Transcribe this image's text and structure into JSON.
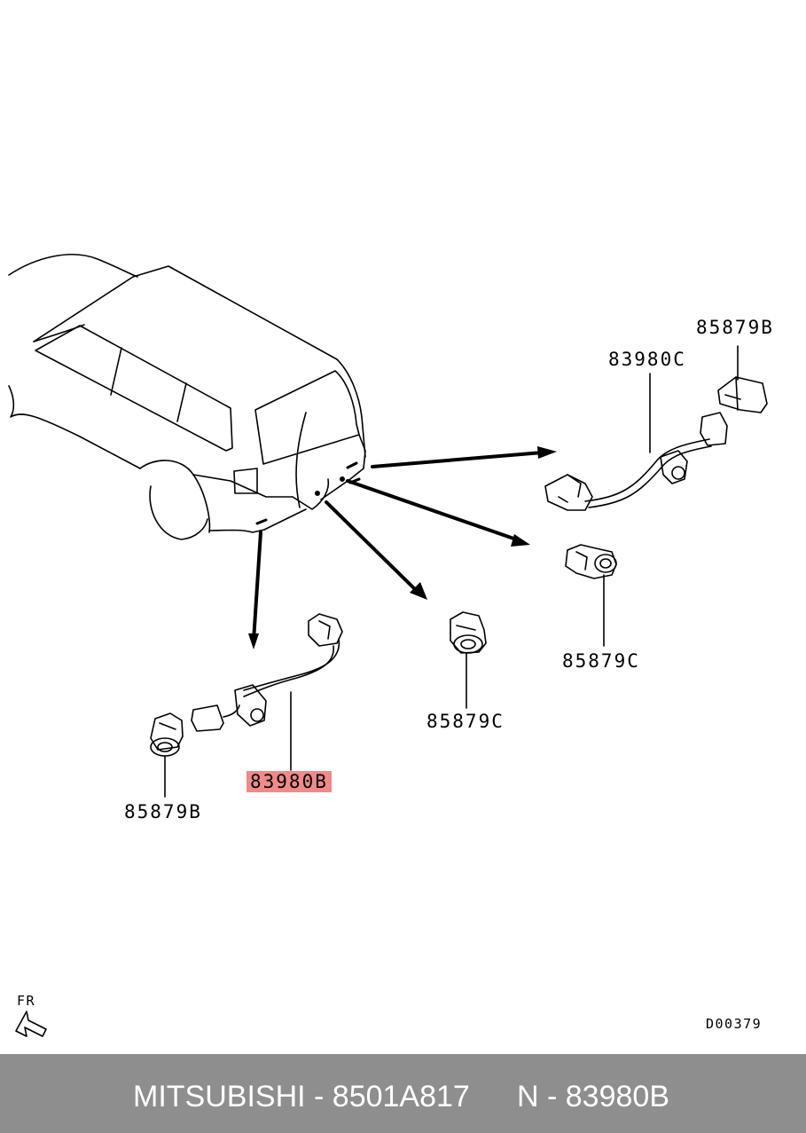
{
  "labels": {
    "part_85879b_top": "85879B",
    "part_83980c": "83980C",
    "part_85879c_right": "85879C",
    "part_85879c_center": "85879C",
    "part_83980b": "83980B",
    "part_85879b_left": "85879B",
    "front_indicator": "FR",
    "diagram_code": "D00379"
  },
  "highlight_color": "#f08a8a",
  "footer": {
    "brand_part": "MITSUBISHI - 8501A817",
    "ref": "N - 83980B",
    "background": "#8e8e8e"
  }
}
